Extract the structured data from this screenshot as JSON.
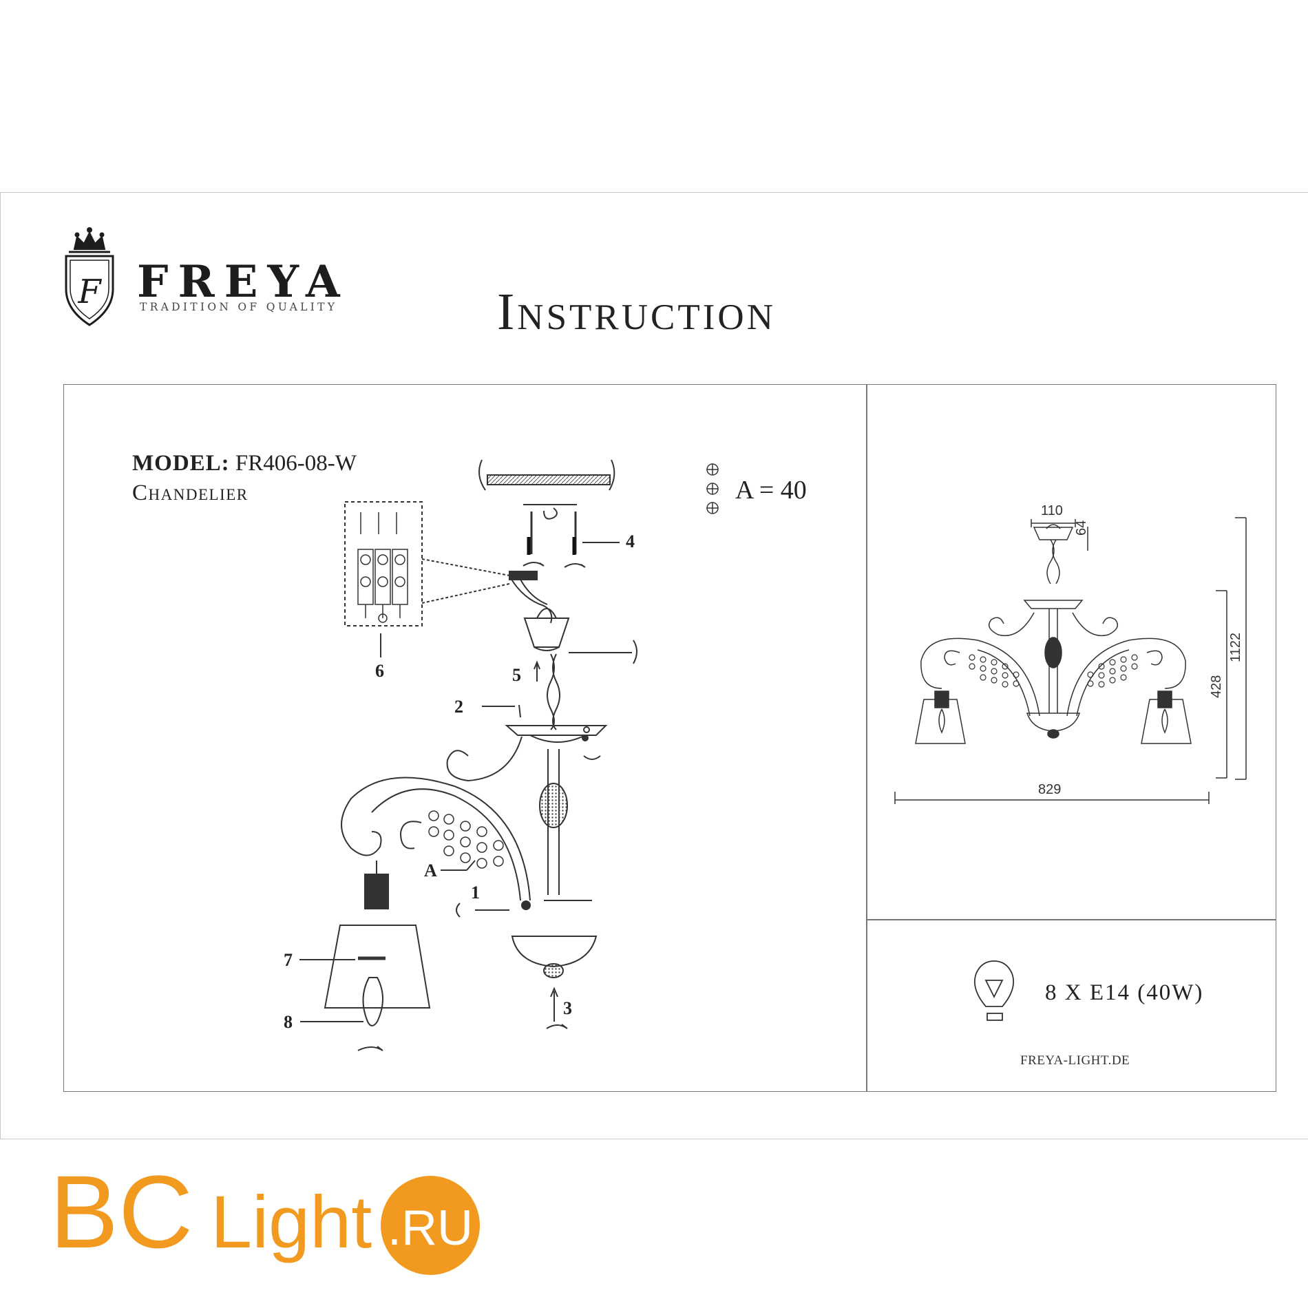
{
  "brand": {
    "name": "FREYA",
    "tagline": "TRADITION OF QUALITY",
    "logo_letter": "F"
  },
  "title": "Instruction",
  "model": {
    "label": "MODEL:",
    "code": "FR406-08-W",
    "type": "Chandelier"
  },
  "crystals": {
    "label": "A = 40"
  },
  "callouts": [
    "1",
    "2",
    "3",
    "4",
    "5",
    "6",
    "7",
    "8",
    "A"
  ],
  "dimensions": {
    "canopy_width": "110",
    "canopy_height": "64",
    "overall_width": "829",
    "body_height": "428",
    "overall_height": "1122"
  },
  "bulb": {
    "spec": "8 X E14 (40W)"
  },
  "website": "FREYA-LIGHT.DE",
  "watermark": {
    "part1": "BC",
    "part2": "Light",
    "part3": ".RU"
  },
  "colors": {
    "watermark_orange": "#F29A1F",
    "line": "#333333"
  }
}
